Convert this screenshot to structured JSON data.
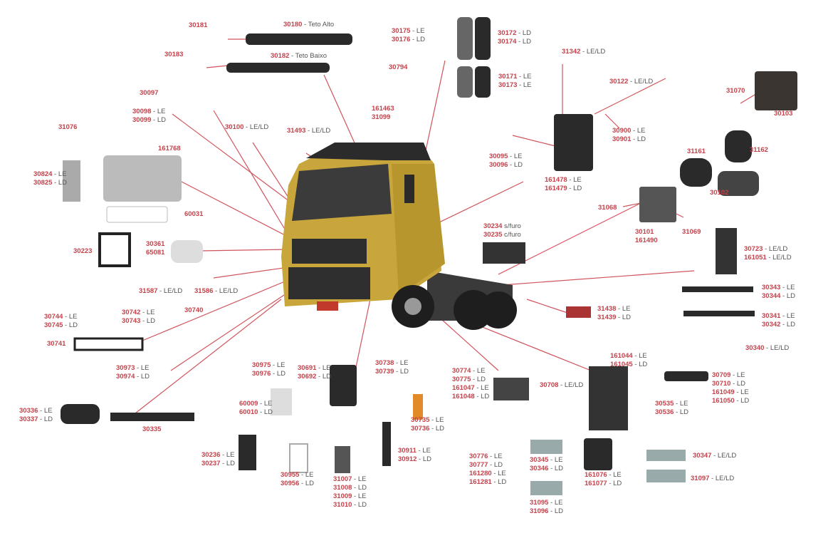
{
  "colors": {
    "label": "#c4424b",
    "leader": "#d0545c",
    "truck": "#c9a63c",
    "part": "#2a2a2a"
  },
  "callouts": [
    {
      "lines": [
        {
          "code": "30181",
          "desc": ""
        }
      ]
    },
    {
      "lines": [
        {
          "code": "30180",
          "desc": " - Teto Alto"
        }
      ]
    },
    {
      "lines": [
        {
          "code": "30183",
          "desc": ""
        }
      ]
    },
    {
      "lines": [
        {
          "code": "30182",
          "desc": " - Teto Baixo"
        }
      ]
    },
    {
      "lines": [
        {
          "code": "30175",
          "desc": " - LE"
        },
        {
          "code": "30176",
          "desc": " - LD"
        }
      ]
    },
    {
      "lines": [
        {
          "code": "30172",
          "desc": " - LD"
        },
        {
          "code": "30174",
          "desc": " - LD"
        }
      ]
    },
    {
      "lines": [
        {
          "code": "30794",
          "desc": ""
        }
      ]
    },
    {
      "lines": [
        {
          "code": "30171",
          "desc": " - LE"
        },
        {
          "code": "30173",
          "desc": " - LE"
        }
      ]
    },
    {
      "lines": [
        {
          "code": "31342",
          "desc": " - LE/LD"
        }
      ]
    },
    {
      "lines": [
        {
          "code": "30122",
          "desc": " - LE/LD"
        }
      ]
    },
    {
      "lines": [
        {
          "code": "31070",
          "desc": ""
        }
      ]
    },
    {
      "lines": [
        {
          "code": "30103",
          "desc": ""
        }
      ]
    },
    {
      "lines": [
        {
          "code": "30097",
          "desc": ""
        }
      ]
    },
    {
      "lines": [
        {
          "code": "30098",
          "desc": " - LE"
        },
        {
          "code": "30099",
          "desc": " - LD"
        }
      ]
    },
    {
      "lines": [
        {
          "code": "161463",
          "desc": ""
        },
        {
          "code": "31099",
          "desc": ""
        }
      ]
    },
    {
      "lines": [
        {
          "code": "31076",
          "desc": ""
        }
      ]
    },
    {
      "lines": [
        {
          "code": "30100",
          "desc": " - LE/LD"
        }
      ]
    },
    {
      "lines": [
        {
          "code": "31493",
          "desc": " - LE/LD"
        }
      ]
    },
    {
      "lines": [
        {
          "code": "30900",
          "desc": " - LE"
        },
        {
          "code": "30901",
          "desc": " - LD"
        }
      ]
    },
    {
      "lines": [
        {
          "code": "30095",
          "desc": " - LE"
        },
        {
          "code": "30096",
          "desc": " - LD"
        }
      ]
    },
    {
      "lines": [
        {
          "code": "161768",
          "desc": ""
        }
      ]
    },
    {
      "lines": [
        {
          "code": "30824",
          "desc": " - LE"
        },
        {
          "code": "30825",
          "desc": " - LD"
        }
      ]
    },
    {
      "lines": [
        {
          "code": "31161",
          "desc": ""
        }
      ]
    },
    {
      "lines": [
        {
          "code": "31162",
          "desc": ""
        }
      ]
    },
    {
      "lines": [
        {
          "code": "161478",
          "desc": " - LE"
        },
        {
          "code": "161479",
          "desc": " - LD"
        }
      ]
    },
    {
      "lines": [
        {
          "code": "30102",
          "desc": ""
        }
      ]
    },
    {
      "lines": [
        {
          "code": "60031",
          "desc": ""
        }
      ]
    },
    {
      "lines": [
        {
          "code": "31068",
          "desc": ""
        }
      ]
    },
    {
      "lines": [
        {
          "code": "30101",
          "desc": ""
        },
        {
          "code": "161490",
          "desc": ""
        }
      ]
    },
    {
      "lines": [
        {
          "code": "31069",
          "desc": ""
        }
      ]
    },
    {
      "lines": [
        {
          "code": "30234",
          "desc": " s/furo"
        },
        {
          "code": "30235",
          "desc": " c/furo"
        }
      ]
    },
    {
      "lines": [
        {
          "code": "30223",
          "desc": ""
        }
      ]
    },
    {
      "lines": [
        {
          "code": "30361",
          "desc": ""
        },
        {
          "code": "65081",
          "desc": ""
        }
      ]
    },
    {
      "lines": [
        {
          "code": "30723",
          "desc": " - LE/LD"
        },
        {
          "code": "161051",
          "desc": " - LE/LD"
        }
      ]
    },
    {
      "lines": [
        {
          "code": "31587",
          "desc": " - LE/LD"
        }
      ]
    },
    {
      "lines": [
        {
          "code": "31586",
          "desc": " - LE/LD"
        }
      ]
    },
    {
      "lines": [
        {
          "code": "30343",
          "desc": " - LE"
        },
        {
          "code": "30344",
          "desc": " - LD"
        }
      ]
    },
    {
      "lines": [
        {
          "code": "30740",
          "desc": ""
        }
      ]
    },
    {
      "lines": [
        {
          "code": "31438",
          "desc": " - LE"
        },
        {
          "code": "31439",
          "desc": " - LD"
        }
      ]
    },
    {
      "lines": [
        {
          "code": "30341",
          "desc": " - LE"
        },
        {
          "code": "30342",
          "desc": " - LD"
        }
      ]
    },
    {
      "lines": [
        {
          "code": "30744",
          "desc": " - LE"
        },
        {
          "code": "30745",
          "desc": " - LD"
        }
      ]
    },
    {
      "lines": [
        {
          "code": "30742",
          "desc": " - LE"
        },
        {
          "code": "30743",
          "desc": " - LD"
        }
      ]
    },
    {
      "lines": [
        {
          "code": "30340",
          "desc": " - LE/LD"
        }
      ]
    },
    {
      "lines": [
        {
          "code": "30741",
          "desc": ""
        }
      ]
    },
    {
      "lines": [
        {
          "code": "161044",
          "desc": " - LE"
        },
        {
          "code": "161045",
          "desc": " - LD"
        }
      ]
    },
    {
      "lines": [
        {
          "code": "30975",
          "desc": " - LE"
        },
        {
          "code": "30976",
          "desc": " - LD"
        }
      ]
    },
    {
      "lines": [
        {
          "code": "30691",
          "desc": " - LE"
        },
        {
          "code": "30692",
          "desc": " - LD"
        }
      ]
    },
    {
      "lines": [
        {
          "code": "30738",
          "desc": " - LE"
        },
        {
          "code": "30739",
          "desc": " - LD"
        }
      ]
    },
    {
      "lines": [
        {
          "code": "30973",
          "desc": " - LE"
        },
        {
          "code": "30974",
          "desc": " - LD"
        }
      ]
    },
    {
      "lines": [
        {
          "code": "30774",
          "desc": " - LE"
        },
        {
          "code": "30775",
          "desc": " - LD"
        },
        {
          "code": "161047",
          "desc": " - LE"
        },
        {
          "code": "161048",
          "desc": " - LD"
        }
      ]
    },
    {
      "lines": [
        {
          "code": "30708",
          "desc": " - LE/LD"
        }
      ]
    },
    {
      "lines": [
        {
          "code": "30709",
          "desc": " - LE"
        },
        {
          "code": "30710",
          "desc": " - LD"
        },
        {
          "code": "161049",
          "desc": " - LE"
        },
        {
          "code": "161050",
          "desc": " - LD"
        }
      ]
    },
    {
      "lines": [
        {
          "code": "30535",
          "desc": " - LE"
        },
        {
          "code": "30536",
          "desc": " - LD"
        }
      ]
    },
    {
      "lines": [
        {
          "code": "60009",
          "desc": " - LE"
        },
        {
          "code": "60010",
          "desc": " - LD"
        }
      ]
    },
    {
      "lines": [
        {
          "code": "30336",
          "desc": " - LE"
        },
        {
          "code": "30337",
          "desc": " - LD"
        }
      ]
    },
    {
      "lines": [
        {
          "code": "30335",
          "desc": ""
        }
      ]
    },
    {
      "lines": [
        {
          "code": "30735",
          "desc": " - LE"
        },
        {
          "code": "30736",
          "desc": " - LD"
        }
      ]
    },
    {
      "lines": [
        {
          "code": "30236",
          "desc": " - LE"
        },
        {
          "code": "30237",
          "desc": " - LD"
        }
      ]
    },
    {
      "lines": [
        {
          "code": "30911",
          "desc": " - LE"
        },
        {
          "code": "30912",
          "desc": " - LD"
        }
      ]
    },
    {
      "lines": [
        {
          "code": "30347",
          "desc": " - LE/LD"
        }
      ]
    },
    {
      "lines": [
        {
          "code": "30776",
          "desc": " - LE"
        },
        {
          "code": "30777",
          "desc": " - LD"
        },
        {
          "code": "161280",
          "desc": " - LE"
        },
        {
          "code": "161281",
          "desc": " - LD"
        }
      ]
    },
    {
      "lines": [
        {
          "code": "30345",
          "desc": " - LE"
        },
        {
          "code": "30346",
          "desc": " - LD"
        }
      ]
    },
    {
      "lines": [
        {
          "code": "161076",
          "desc": " - LE"
        },
        {
          "code": "161077",
          "desc": " - LD"
        }
      ]
    },
    {
      "lines": [
        {
          "code": "31097",
          "desc": " - LE/LD"
        }
      ]
    },
    {
      "lines": [
        {
          "code": "30955",
          "desc": " - LE"
        },
        {
          "code": "30956",
          "desc": " - LD"
        }
      ]
    },
    {
      "lines": [
        {
          "code": "31007",
          "desc": " - LE"
        },
        {
          "code": "31008",
          "desc": " - LD"
        },
        {
          "code": "31009",
          "desc": " - LE"
        },
        {
          "code": "31010",
          "desc": " - LD"
        }
      ]
    },
    {
      "lines": [
        {
          "code": "31095",
          "desc": " - LE"
        },
        {
          "code": "31096",
          "desc": " - LD"
        }
      ]
    }
  ]
}
